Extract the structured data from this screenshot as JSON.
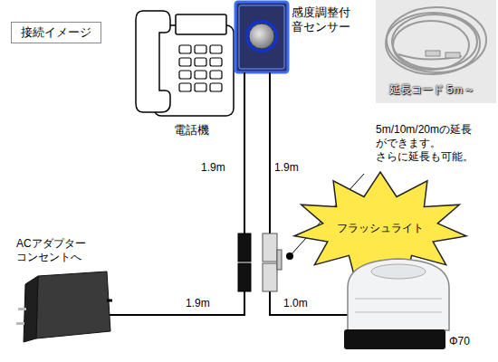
{
  "diagram": {
    "title": "接続イメージ",
    "labels": [
      "電話機",
      "感度調整付 音センサー",
      "延長コード 5ｍ～",
      "5m/10m/20mの延長 ができます。 さらに延長も可能。",
      "1.9m",
      "1.9m",
      "1.9m",
      "1.0m",
      "ACアダプター コンセントへ",
      "フラッシュライト",
      "Φ70"
    ]
  }
}
